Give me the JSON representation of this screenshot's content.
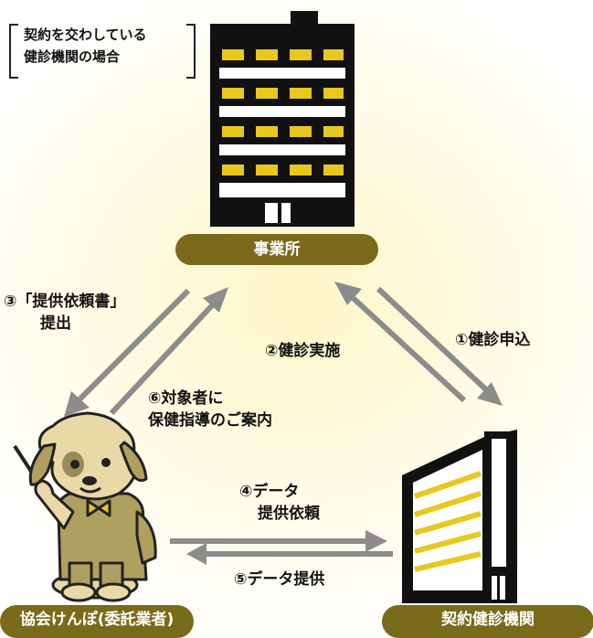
{
  "note": {
    "line1": "契約を交わしている",
    "line2": "健診機関の場合"
  },
  "nodes": {
    "office": "事業所",
    "association": "協会けんぽ(委託業者)",
    "clinic": "契約健診機関"
  },
  "steps": {
    "s1": "①健診申込",
    "s2": "②健診実施",
    "s3_line1": "③「提供依頼書」",
    "s3_line2": "提出",
    "s4_line1": "④データ",
    "s4_line2": "提供依頼",
    "s5": "⑤データ提供",
    "s6_line1": "⑥対象者に",
    "s6_line2": "保健指導のご案内"
  },
  "colors": {
    "accent": "#7a6a1a",
    "window_yellow": "#e8c81c",
    "arrow_gray": "#8c8c8c",
    "mascot_fur": "#ead9a6",
    "mascot_suit": "#b0a060"
  }
}
